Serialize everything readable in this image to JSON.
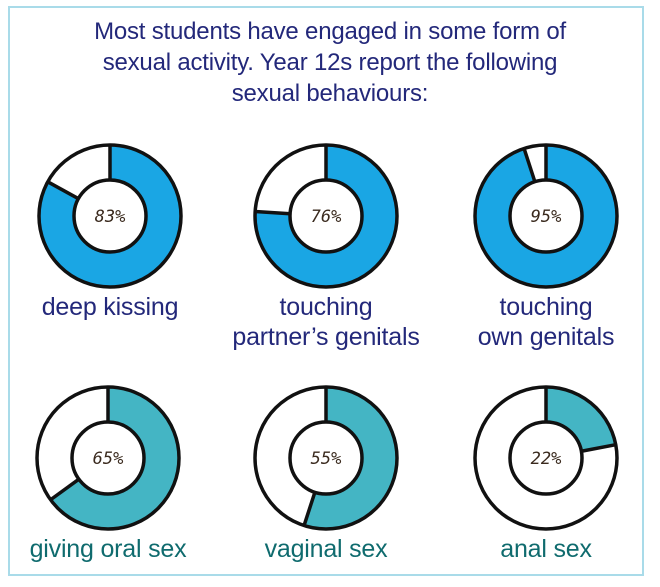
{
  "title": "Most students have engaged in some form of sexual activity. Year 12s report the following sexual behaviours:",
  "title_lines": [
    "Most students have engaged in some form of",
    "sexual activity. Year 12s report the following",
    "sexual behaviours:"
  ],
  "colors": {
    "border": "#a9dbe9",
    "title": "#23287a",
    "top_fill": "#1aa6e4",
    "bottom_fill": "#44b5c4",
    "top_label": "#23287a",
    "bottom_label": "#0f6b6e",
    "outline": "#111111"
  },
  "items": [
    {
      "label_lines": [
        "deep kissing"
      ],
      "value": 83,
      "pct_text": "83%",
      "row": "top"
    },
    {
      "label_lines": [
        "touching",
        "partner’s genitals"
      ],
      "value": 76,
      "pct_text": "76%",
      "row": "top"
    },
    {
      "label_lines": [
        "touching",
        "own genitals"
      ],
      "value": 95,
      "pct_text": "95%",
      "row": "top"
    },
    {
      "label_lines": [
        "giving oral sex"
      ],
      "value": 65,
      "pct_text": "65%",
      "row": "bottom"
    },
    {
      "label_lines": [
        "vaginal sex"
      ],
      "value": 55,
      "pct_text": "55%",
      "row": "bottom"
    },
    {
      "label_lines": [
        "anal sex"
      ],
      "value": 22,
      "pct_text": "22%",
      "row": "bottom"
    }
  ],
  "chart_data": {
    "type": "pie",
    "subtype": "donut",
    "title": "Most students have engaged in some form of sexual activity. Year 12s report the following sexual behaviours:",
    "categories": [
      "deep kissing",
      "touching partner’s genitals",
      "touching own genitals",
      "giving oral sex",
      "vaginal sex",
      "anal sex"
    ],
    "values": [
      83,
      76,
      95,
      65,
      55,
      22
    ],
    "unit": "%",
    "xlabel": "",
    "ylabel": "",
    "ylim": [
      0,
      100
    ]
  }
}
